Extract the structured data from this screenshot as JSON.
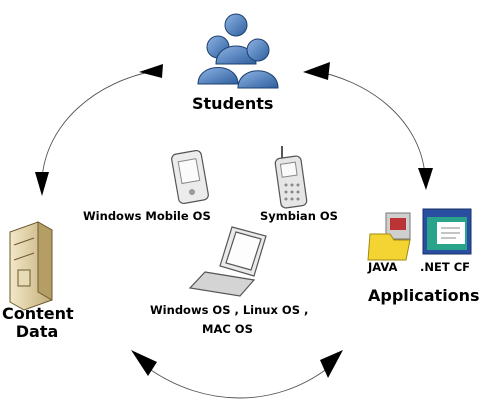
{
  "nodes": {
    "students": "Students",
    "content_data_line1": "Content",
    "content_data_line2": "Data",
    "windows_mobile": "Windows Mobile OS",
    "symbian": "Symbian OS",
    "desktop_line1": "Windows OS , Linux OS ,",
    "desktop_line2": "MAC OS",
    "java": "JAVA",
    "net_cf": ".NET CF",
    "applications": "Applications"
  },
  "icons": {
    "students": "users-group-icon",
    "content_data": "server-tower-icon",
    "windows_mobile": "pda-icon",
    "symbian": "cellphone-icon",
    "desktop": "laptop-icon",
    "java": "java-folder-icon",
    "net_cf": "application-window-icon"
  },
  "colors": {
    "people_blue": "#3f74b8",
    "server_tan": "#d9c79a",
    "window_blue": "#2a4fa0",
    "window_green": "#29a38a",
    "folder_yellow": "#f4d432"
  }
}
